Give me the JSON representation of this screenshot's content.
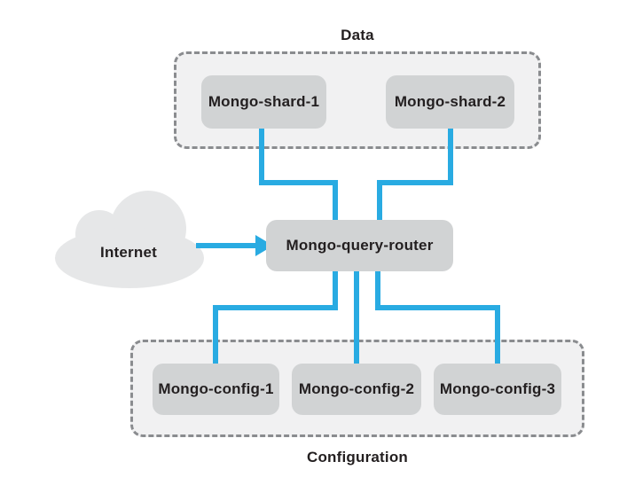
{
  "diagram": {
    "zones": {
      "data": {
        "label": "Data"
      },
      "configuration": {
        "label": "Configuration"
      }
    },
    "cloud": {
      "label": "Internet",
      "icon": "internet-cloud-icon"
    },
    "router": {
      "label": "Mongo-query-router"
    },
    "shards": [
      {
        "label": "Mongo-shard-1"
      },
      {
        "label": "Mongo-shard-2"
      }
    ],
    "configs": [
      {
        "label": "Mongo-config-1"
      },
      {
        "label": "Mongo-config-2"
      },
      {
        "label": "Mongo-config-3"
      }
    ],
    "icons": {
      "arrow": "arrow-right-icon"
    },
    "colors": {
      "connector": "#29abe2",
      "node_fill": "#d1d3d4",
      "group_fill": "#f1f1f2",
      "group_border": "#8a8c8f",
      "cloud_fill": "#e6e7e8",
      "text": "#231f20",
      "background": "#ffffff"
    }
  }
}
